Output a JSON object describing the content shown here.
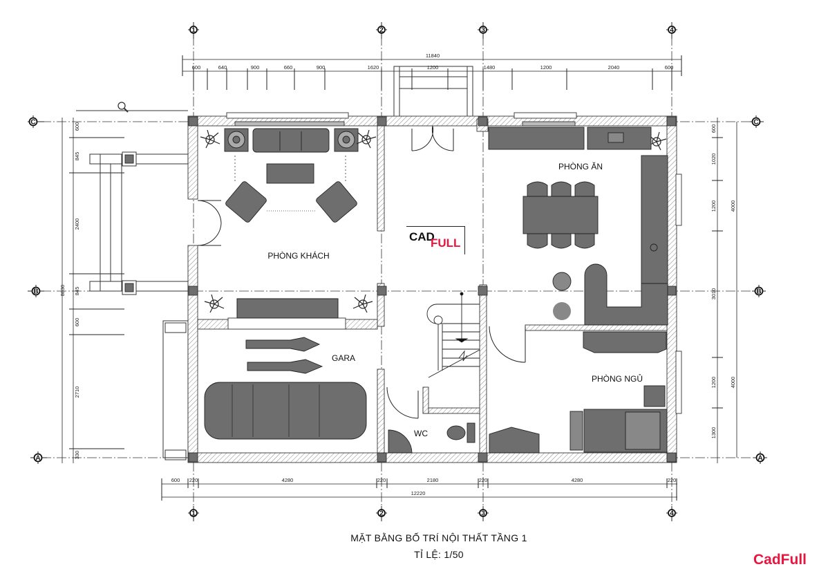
{
  "drawing": {
    "title": "MẶT BẰNG BỐ TRÍ NỘI THẤT TẦNG 1",
    "scale": "TỈ LỆ: 1/50",
    "brand": "CadFull",
    "watermark": {
      "left": "CAD",
      "right": "FULL"
    }
  },
  "rooms": {
    "living": "PHÒNG KHÁCH",
    "dining": "PHÒNG ĂN",
    "garage": "GARA",
    "wc": "WC",
    "bedroom": "PHÒNG NGỦ"
  },
  "axes": {
    "vertical": [
      "1",
      "2",
      "3",
      "4"
    ],
    "horizontal": [
      "C",
      "B",
      "A"
    ]
  },
  "dimensions": {
    "top_total": "11840",
    "top_segments": [
      "600",
      "640",
      "900",
      "660",
      "900",
      "1620",
      "1200",
      "1480",
      "1200",
      "2040",
      "600"
    ],
    "bottom_segments": [
      "600",
      "220",
      "4280",
      "220",
      "2180",
      "220",
      "4280",
      "220"
    ],
    "bottom_total": "12220",
    "left_total": "8830",
    "left_segments": [
      "600",
      "845",
      "2400",
      "845",
      "600",
      "2710",
      "330"
    ],
    "right_segments": [
      "600",
      "1020",
      "1200",
      "3010",
      "1200",
      "1300"
    ],
    "right_totals": [
      "4000",
      "4000"
    ]
  },
  "colors": {
    "line": "#222222",
    "furniture": "#6e6e6e",
    "hatch": "#888888",
    "brand": "#e8163f"
  }
}
